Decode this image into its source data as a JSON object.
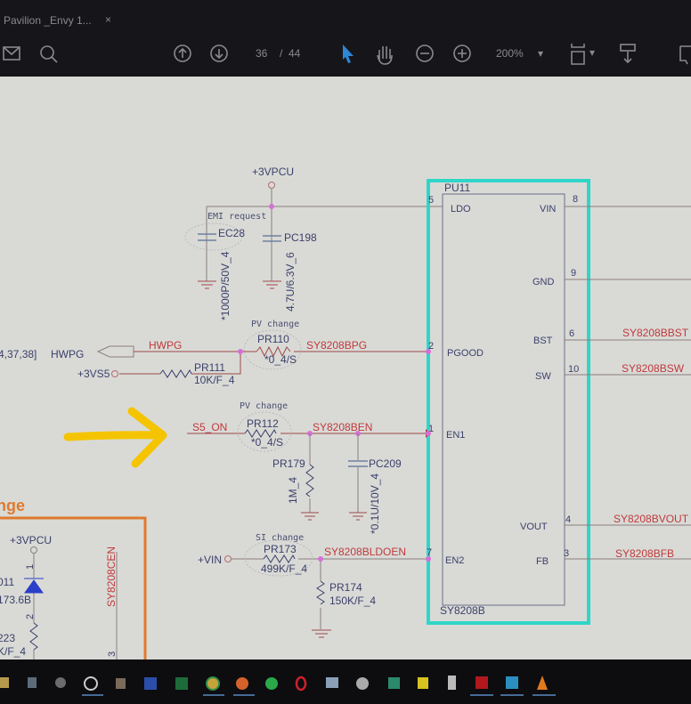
{
  "window": {
    "tab_title": "Pavilion _Envy 1...",
    "tab_close": "×"
  },
  "toolbar": {
    "page_current": "36",
    "page_sep": "/",
    "page_total": "44",
    "zoom": "200%",
    "zoom_dropdown": "▾",
    "fit_dropdown": "▾"
  },
  "icons": [
    "mail-icon",
    "search-icon",
    "page-up-icon",
    "page-down-icon",
    "select-cursor-icon",
    "hand-tool-icon",
    "zoom-out-icon",
    "zoom-in-icon",
    "fit-page-icon",
    "download-icon",
    "comment-icon"
  ],
  "colors": {
    "chip_highlight": "#2fd6c8",
    "annotation_arrow": "#f5c400",
    "net_label": "#c0393b",
    "section_box": "#e07a2e"
  },
  "schematic": {
    "power_3vpcu": "+3VPCU",
    "emi_note": "EMI request",
    "ec28": {
      "ref": "EC28",
      "value": "*1000P/50V_4"
    },
    "pc198": {
      "ref": "PC198",
      "value": "4.7U/6.3V_6"
    },
    "chip": {
      "ref": "PU11",
      "part": "SY8208B",
      "left_pins": [
        {
          "num": "5",
          "name": "LDO"
        },
        {
          "num": "2",
          "name": "PGOOD"
        },
        {
          "num": "1",
          "name": "EN1"
        },
        {
          "num": "7",
          "name": "EN2"
        }
      ],
      "right_pins": [
        {
          "num": "8",
          "name": "VIN"
        },
        {
          "num": "9",
          "name": "GND"
        },
        {
          "num": "6",
          "name": "BST"
        },
        {
          "num": "10",
          "name": "SW"
        },
        {
          "num": "4",
          "name": "VOUT"
        },
        {
          "num": "3",
          "name": "FB"
        }
      ]
    },
    "right_nets": {
      "bst": "SY8208BBST",
      "sw": "SY8208BSW",
      "vout": "SY8208BVOUT",
      "fb": "SY8208BFB"
    },
    "hwpg": {
      "page_ref": "4,37,38]",
      "port": "HWPG",
      "net": "HWPG",
      "note": "PV change",
      "ref": "PR110",
      "value": "*0_4/S",
      "out_net": "SY8208BPG"
    },
    "pr111": {
      "power": "+3VS5",
      "ref": "PR111",
      "value": "10K/F_4"
    },
    "s5": {
      "net": "S5_ON",
      "note": "PV change",
      "ref": "PR112",
      "value": "*0_4/S",
      "out_net": "SY8208BEN"
    },
    "pr179": {
      "ref": "PR179",
      "value": "1M_4"
    },
    "pc209": {
      "ref": "PC209",
      "value": "*0.1U/10V_4"
    },
    "vin": {
      "power": "+VIN",
      "note": "SI change",
      "ref": "PR173",
      "value": "499K/F_4",
      "out_net": "SY8208BLDOEN"
    },
    "pr174": {
      "ref": "PR174",
      "value": "150K/F_4"
    },
    "left_section": {
      "title": "nge",
      "power": "+3VPCU",
      "pin1": "1",
      "pin2": "2",
      "diode_ref": "011",
      "diode_value": "173.6B",
      "res_ref": "223",
      "res_value": "K/F_4",
      "net": "SY8208CEN",
      "pin3": "3"
    }
  },
  "taskbar": [
    "file-explorer",
    "app",
    "app",
    "media",
    "video",
    "word",
    "excel",
    "chrome",
    "firefox",
    "whatsapp",
    "opera",
    "remote-desktop",
    "app",
    "excel-alt",
    "sticky-notes",
    "calculator",
    "acrobat",
    "app",
    "vlc"
  ]
}
